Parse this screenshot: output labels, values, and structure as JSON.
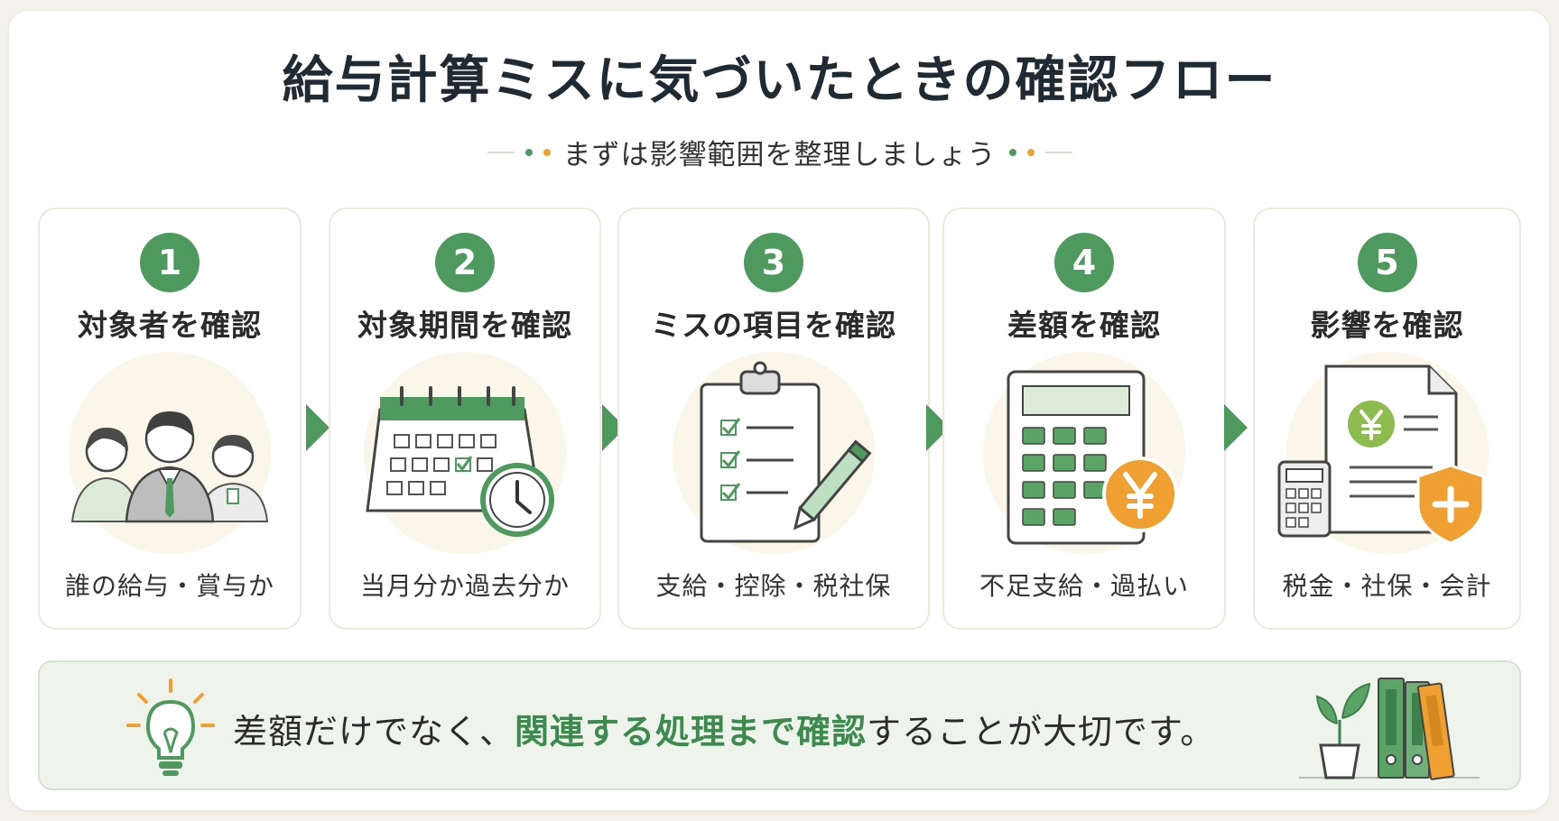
{
  "title": "給与計算ミスに気づいたときの確認フロー",
  "subtitle": "まずは影響範囲を整理しましょう",
  "steps": [
    {
      "number": "1",
      "title": "対象者を確認",
      "description": "誰の給与・賞与か",
      "icon": "people-icon"
    },
    {
      "number": "2",
      "title": "対象期間を確認",
      "description": "当月分か過去分か",
      "icon": "calendar-clock-icon"
    },
    {
      "number": "3",
      "title": "ミスの項目を確認",
      "description": "支給・控除・税社保",
      "icon": "clipboard-checklist-icon"
    },
    {
      "number": "4",
      "title": "差額を確認",
      "description": "不足支給・過払い",
      "icon": "calculator-yen-icon"
    },
    {
      "number": "5",
      "title": "影響を確認",
      "description": "税金・社保・会計",
      "icon": "document-shield-icon"
    }
  ],
  "tip": {
    "prefix": "差額だけでなく、",
    "highlight": "関連する処理まで確認",
    "suffix": "することが大切です。"
  },
  "colors": {
    "green": "#4e9a5e",
    "orange": "#f0a030",
    "card_border": "#efe9db",
    "tip_bg": "#eef4ec"
  }
}
